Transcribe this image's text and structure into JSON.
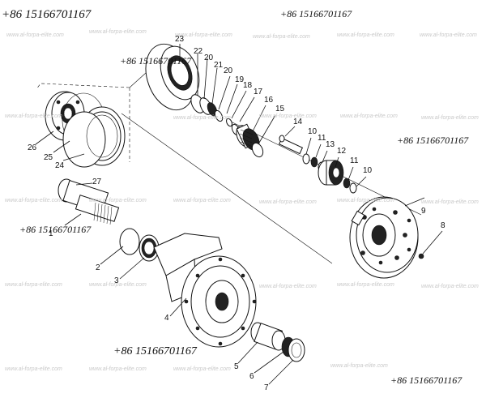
{
  "phone_labels": [
    "+86 15166701167",
    "+86 15166701167",
    "+86 15166701167",
    "+86 15166701167",
    "+86 15166701167",
    "+86 15166701167",
    "+86 15166701167"
  ],
  "watermark": "www.al-forpa-elite.com",
  "callouts": [
    "1",
    "2",
    "3",
    "4",
    "5",
    "6",
    "7",
    "8",
    "9",
    "10",
    "10",
    "11",
    "11",
    "12",
    "13",
    "14",
    "15",
    "16",
    "17",
    "18",
    "19",
    "20",
    "20",
    "21",
    "22",
    "23",
    "24",
    "25",
    "26",
    "27"
  ]
}
